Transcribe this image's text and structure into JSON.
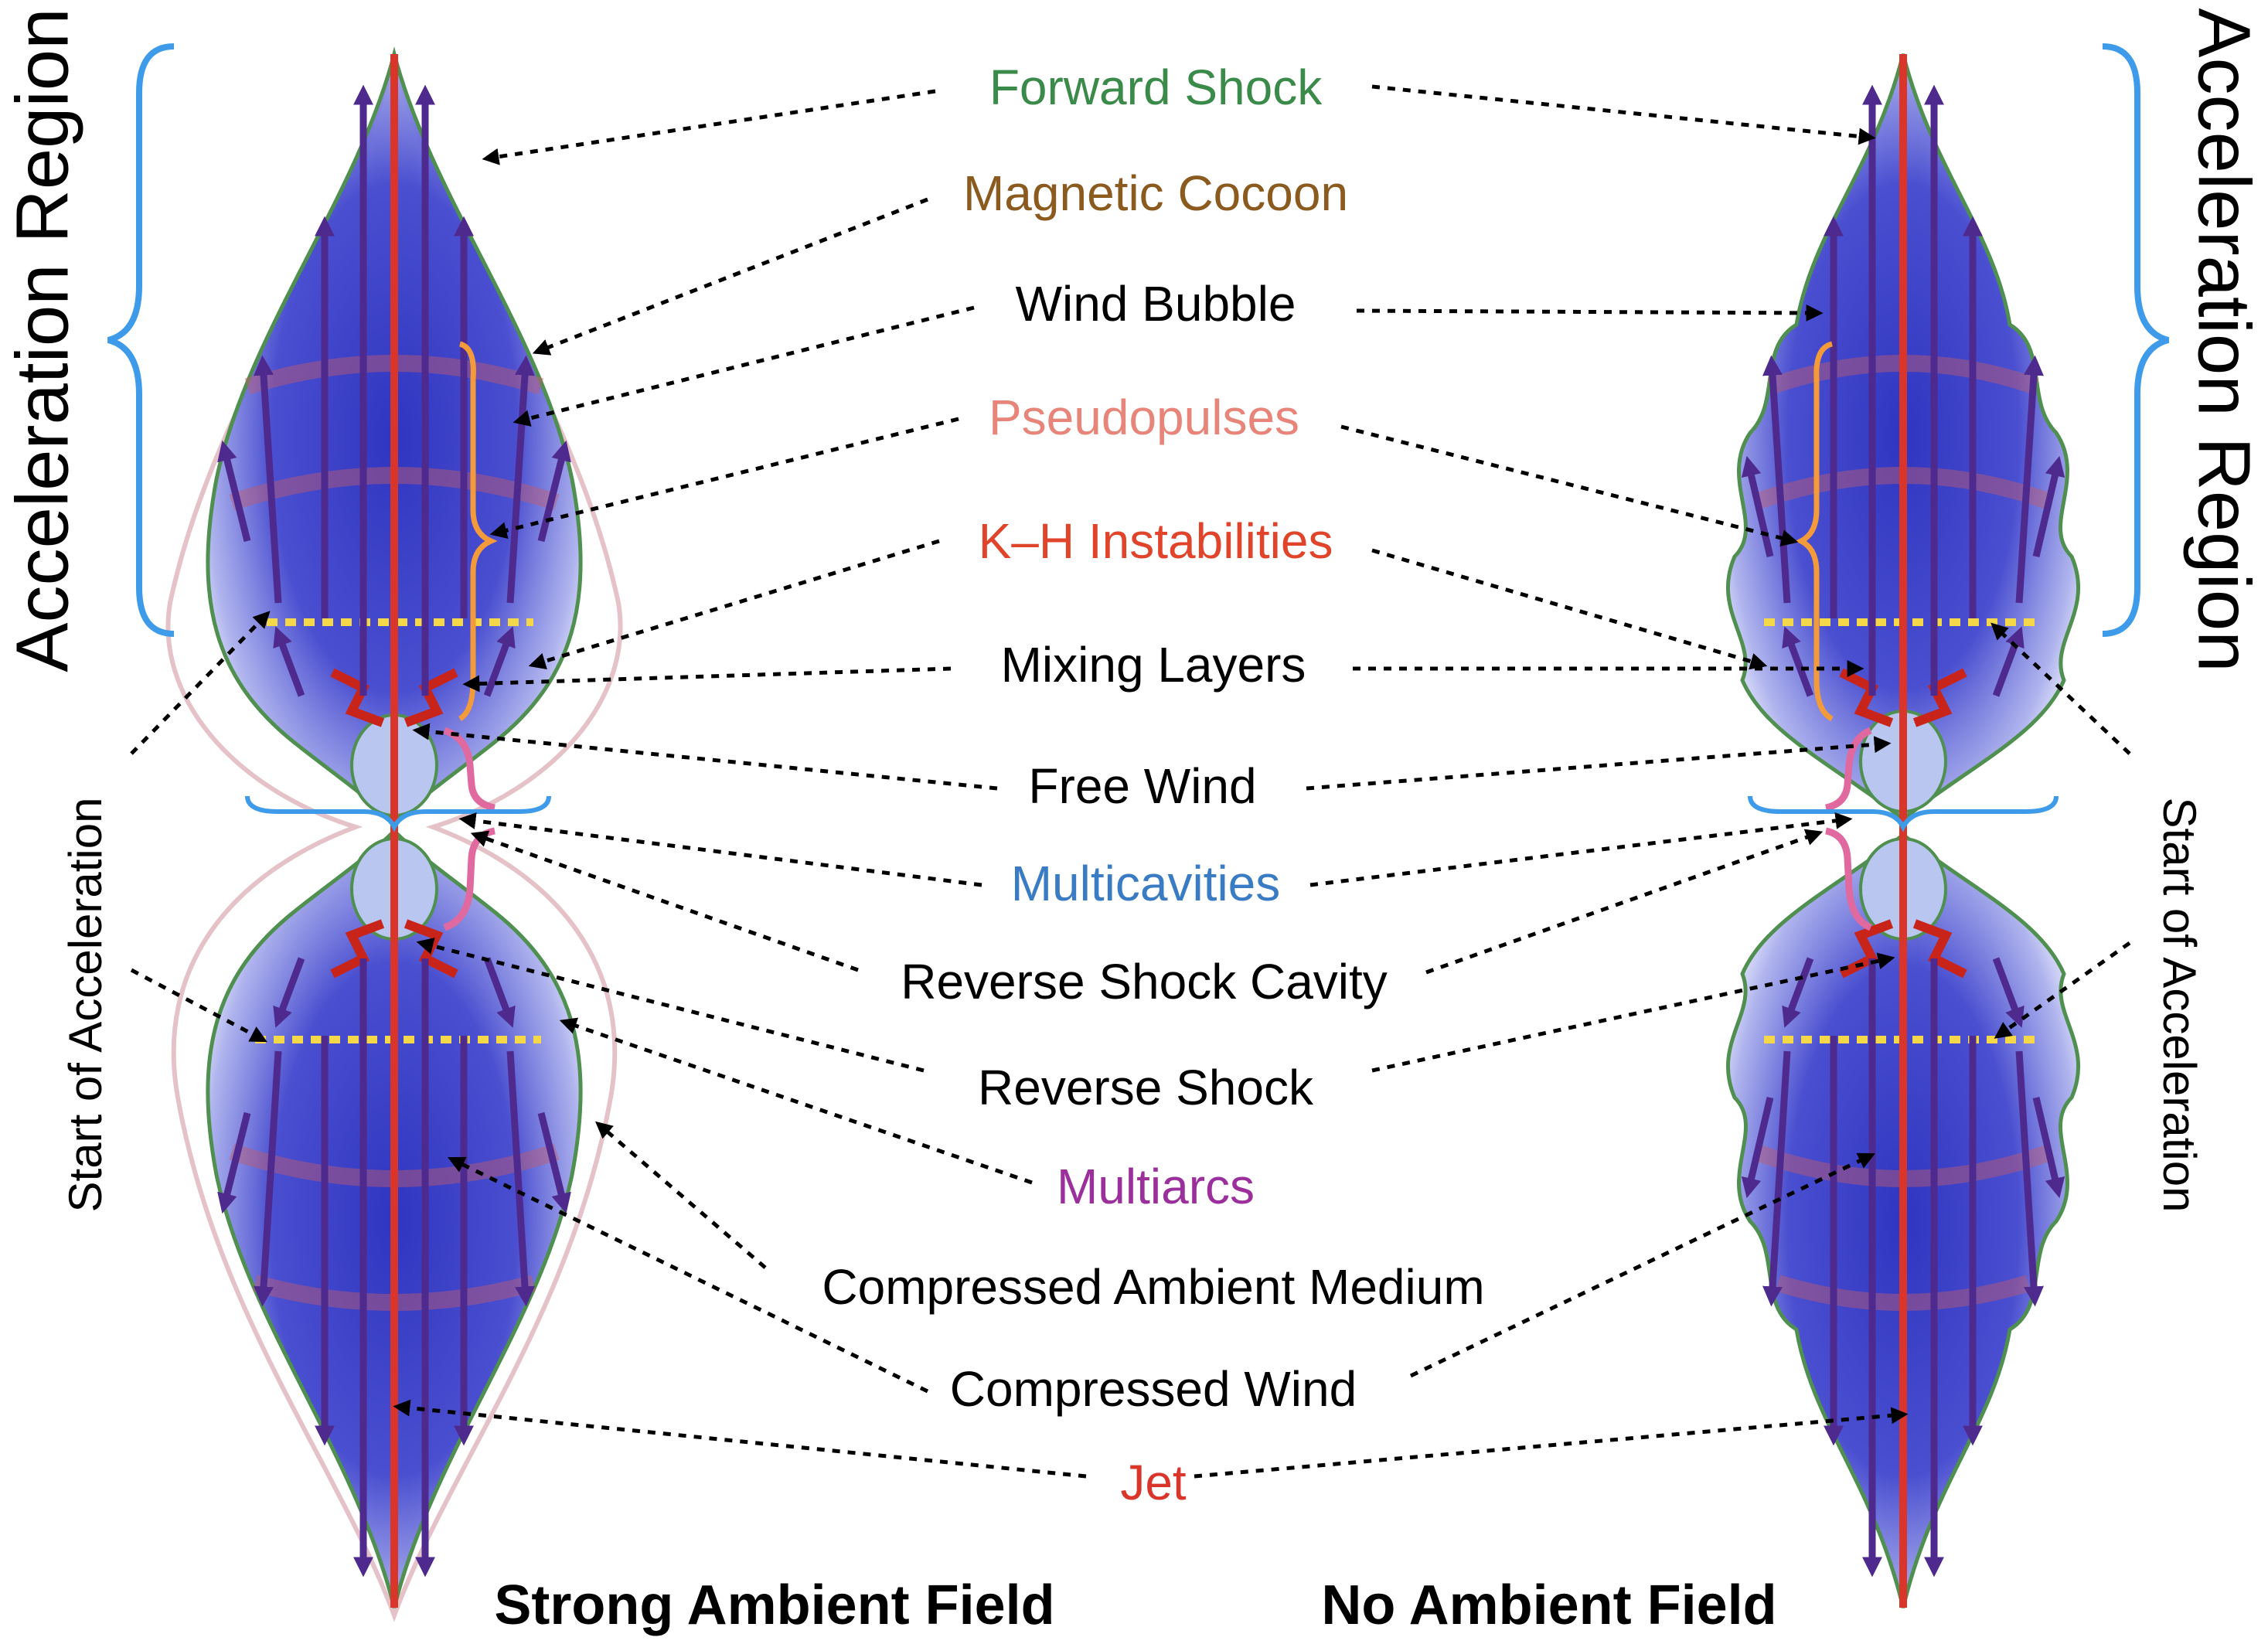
{
  "labels": {
    "forward_shock": "Forward Shock",
    "magnetic_cocoon": "Magnetic Cocoon",
    "wind_bubble": "Wind Bubble",
    "pseudopulses": "Pseudopulses",
    "kh_instabilities": "K–H Instabilities",
    "mixing_layers": "Mixing Layers",
    "free_wind": "Free Wind",
    "multicavities": "Multicavities",
    "reverse_shock_cavity": "Reverse Shock Cavity",
    "reverse_shock": "Reverse Shock",
    "multiarcs": "Multiarcs",
    "compressed_ambient_medium": "Compressed Ambient Medium",
    "compressed_wind": "Compressed Wind",
    "jet": "Jet"
  },
  "side_labels": {
    "acceleration_region_left": "Acceleration Region",
    "acceleration_region_right": "Acceleration Region",
    "start_of_acceleration_left": "Start of Acceleration",
    "start_of_acceleration_right": "Start of Acceleration"
  },
  "captions": {
    "left": "Strong Ambient Field",
    "right": "No Ambient Field"
  },
  "colors": {
    "forward_shock": "#3a8a4a",
    "magnetic_cocoon": "#8a5a1e",
    "wind_bubble": "#000000",
    "pseudopulses": "#e8857a",
    "kh_instabilities": "#e0442a",
    "mixing_layers": "#000000",
    "free_wind": "#000000",
    "multicavities": "#3a7cc4",
    "reverse_shock_cavity": "#000000",
    "reverse_shock": "#000000",
    "multiarcs": "#9b2f9b",
    "compressed_ambient_medium": "#000000",
    "compressed_wind": "#000000",
    "jet": "#d9352a",
    "brace_blue": "#3d9be9",
    "brace_orange": "#f39a3a",
    "brace_pink": "#e06aa0",
    "arrow_purple": "#4e2a8e",
    "bubble_blue": "#3a3fc8",
    "yellow_dots": "#f5d84a"
  }
}
